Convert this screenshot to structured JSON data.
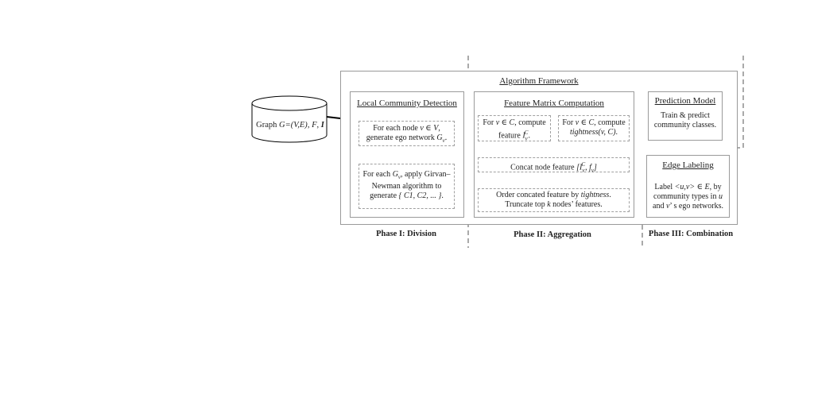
{
  "framework_title": "Algorithm Framework",
  "graph": {
    "prefix": "Graph ",
    "g": "G=(V,E)",
    "sep1": ", ",
    "f": "F",
    "sep2": ", ",
    "i": "I"
  },
  "local": {
    "title": "Local Community Detection",
    "box1": {
      "l1a": "For each node ",
      "v": "v",
      "l1b": " ∈ ",
      "V": "V",
      "l1c": ",",
      "l2a": "generate ego network ",
      "Gv": "G",
      "Gv_sub": "v",
      "l2b": "."
    },
    "box2": {
      "l1a": "For each ",
      "Gv": "G",
      "Gv_sub": "v",
      "l1b": ", apply Girvan–",
      "l2": "Newman algorithm to",
      "l3a": "generate ",
      "set": "{ C1, C2, ... }",
      "l3b": "."
    }
  },
  "feature": {
    "title": "Feature Matrix Computation",
    "left": {
      "l1a": "For ",
      "vC": "v ∈ C",
      "l1b": ", compute",
      "l2a": "feature ",
      "I": "I",
      "I_sub": "v",
      "I_sup": "C",
      "l2b": "."
    },
    "right": {
      "l1a": "For ",
      "vC": "v ∈ C",
      "l1b": ", compute",
      "tight": "tightness(v, C)",
      "l2b": "."
    },
    "concat": {
      "a": "Concat node feature ",
      "b": "[I",
      "sub": "v",
      "sup": "C",
      "c": ", f",
      "sub2": "v",
      "d": "]"
    },
    "order": {
      "l1a": "Order concated feature by ",
      "tight": "tightness",
      "l1b": ".",
      "l2a": "Truncate top ",
      "k": "k",
      "l2b": " nodes’ features."
    }
  },
  "prediction": {
    "title": "Prediction Model",
    "l1": "Train & predict",
    "l2": "community classes."
  },
  "edge": {
    "title": "Edge Labeling",
    "l1a": "Label ",
    "uv": "<u,v>",
    "l1b": " ∈ ",
    "E": "E",
    "l1c": ", by",
    "l2a": "community types in ",
    "u": "u",
    "l3a": "and ",
    "v": "v",
    "l3b": "’ s ego networks."
  },
  "phases": {
    "p1": "Phase I: Division",
    "p2": "Phase II: Aggregation",
    "p3": "Phase III: Combination"
  },
  "colors": {
    "border": "#9a9a9a",
    "dashed_box": "#a0a0a0",
    "phase_divider": "#555555",
    "arrow": "#000000",
    "hollow_arrow": "#9a9a9a"
  }
}
